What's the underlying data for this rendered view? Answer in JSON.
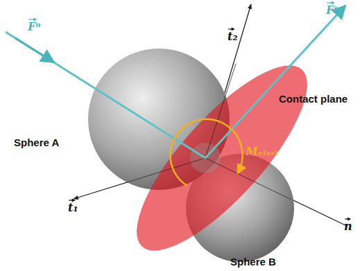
{
  "diagram": {
    "labels": [
      "Fⁿ",
      "Fˢ",
      "t₂",
      "Contact plane",
      "Sphere A",
      "Mₑₗₐₛₜ",
      "t₁",
      "n",
      "Sphere B"
    ]
  }
}
